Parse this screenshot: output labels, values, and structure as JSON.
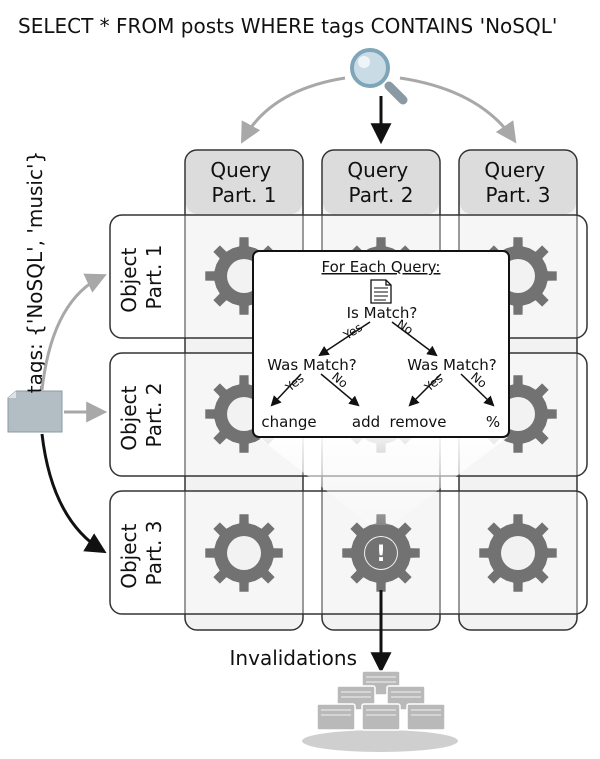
{
  "query": "SELECT * FROM posts WHERE tags CONTAINS 'NoSQL'",
  "query_columns": [
    {
      "line1": "Query",
      "line2": "Part. 1"
    },
    {
      "line1": "Query",
      "line2": "Part. 2"
    },
    {
      "line1": "Query",
      "line2": "Part. 3"
    }
  ],
  "object_rows": [
    {
      "line1": "Object",
      "line2": "Part. 1"
    },
    {
      "line1": "Object",
      "line2": "Part. 2"
    },
    {
      "line1": "Object",
      "line2": "Part. 3"
    }
  ],
  "object_tags_label": "tags: {'NoSQL', 'music'}",
  "invalidations_label": "Invalidations",
  "popup": {
    "title": "For Each Query:",
    "is_match": "Is Match?",
    "was_match": "Was Match?",
    "yes": "Yes",
    "no": "No",
    "outcomes": [
      "change",
      "add",
      "remove",
      "%"
    ]
  },
  "icons": [
    "search-icon",
    "document-icon",
    "gear-icon",
    "alert-gear-icon",
    "server-stack-icon"
  ],
  "colors": {
    "cell": "#f2f2f2",
    "header": "#dcdcdc",
    "gear": "#727272",
    "arrow_gray": "#a8a8a8",
    "arrow_black": "#111111",
    "search": "#7fa5b8"
  }
}
